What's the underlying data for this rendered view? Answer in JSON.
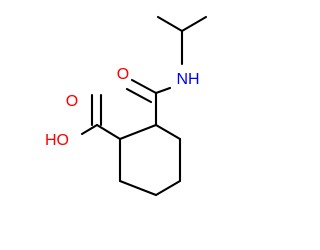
{
  "molecule": {
    "atoms": {
      "amide_oxygen": {
        "label": "O",
        "color": "#ff0000"
      },
      "amide_nitrogen": {
        "label": "NH",
        "color": "#0000ff"
      },
      "carboxylic_oxygen": {
        "label": "O",
        "color": "#ff0000"
      },
      "hydroxyl_group": {
        "label": "HO",
        "color": "#ff0000"
      }
    },
    "bond_color": "#000000"
  }
}
